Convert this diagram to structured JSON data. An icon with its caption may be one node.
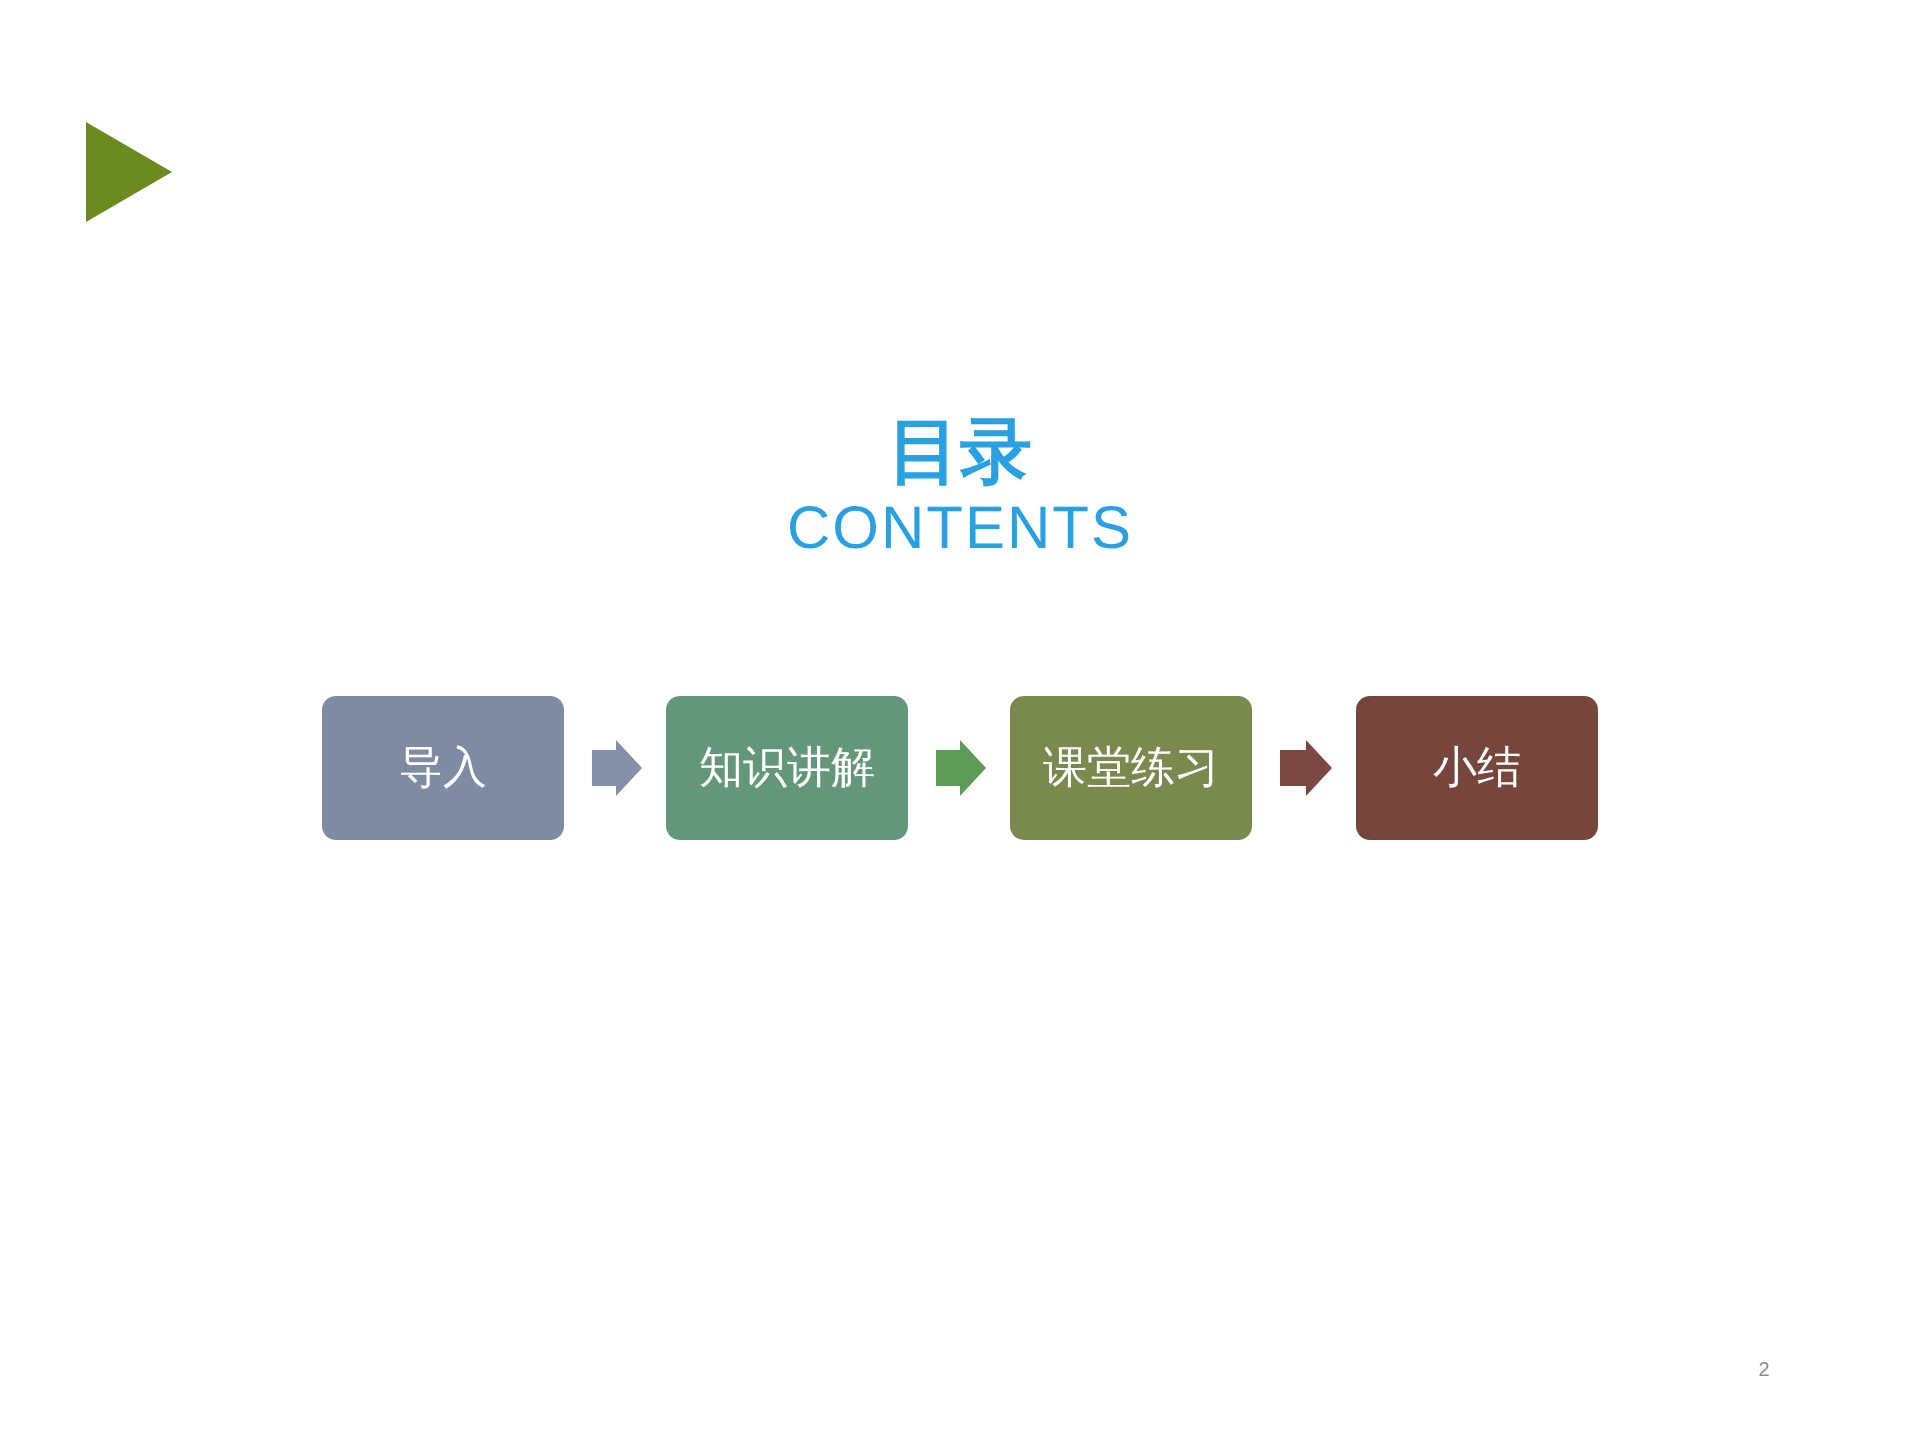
{
  "diagram": {
    "title": "目录",
    "nodes": [
      {
        "text": [
          "导入"
        ]
      },
      {
        "text": [
          "知识讲解"
        ]
      },
      {
        "text": [
          "课堂练习"
        ]
      },
      {
        "text": [
          "小结"
        ]
      }
    ],
    "edges": [
      {
        "from": 0,
        "to": 1,
        "arrow": "to",
        "color": "#8390a8"
      },
      {
        "from": 1,
        "to": 2,
        "arrow": "to",
        "color": "#5e9a58"
      },
      {
        "from": 2,
        "to": 3,
        "arrow": "to",
        "color": "#7a4840"
      }
    ],
    "labels": [
      "CONTENTS",
      "2"
    ]
  }
}
